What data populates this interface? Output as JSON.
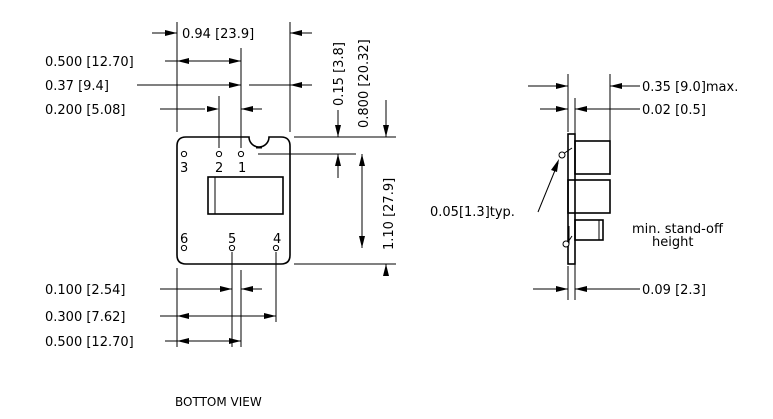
{
  "dimensions": {
    "top_width": "0.94 [23.9]",
    "pin_row_offset": "0.15 [3.8]",
    "body_height_inner": "0.800 [20.32]",
    "pitch_500_top": "0.500 [12.70]",
    "dim_37": "0.37 [9.4]",
    "pitch_200": "0.200 [5.08]",
    "height_110": "1.10 [27.9]",
    "pitch_100": "0.100 [2.54]",
    "pitch_300": "0.300 [7.62]",
    "pitch_500_bottom": "0.500 [12.70]"
  },
  "pins": {
    "p1": "1",
    "p2": "2",
    "p3": "3",
    "p4": "4",
    "p5": "5",
    "p6": "6"
  },
  "side_view": {
    "max_thickness": "0.35 [9.0]max.",
    "tab_thickness": "0.02 [0.5]",
    "lead_diameter": "0.05[1.3]typ.",
    "standoff_label_line1": "min. stand-off",
    "standoff_label_line2": "height",
    "standoff_value": "0.09 [2.3]"
  },
  "captions": {
    "bottom_view": "BOTTOM VIEW"
  }
}
